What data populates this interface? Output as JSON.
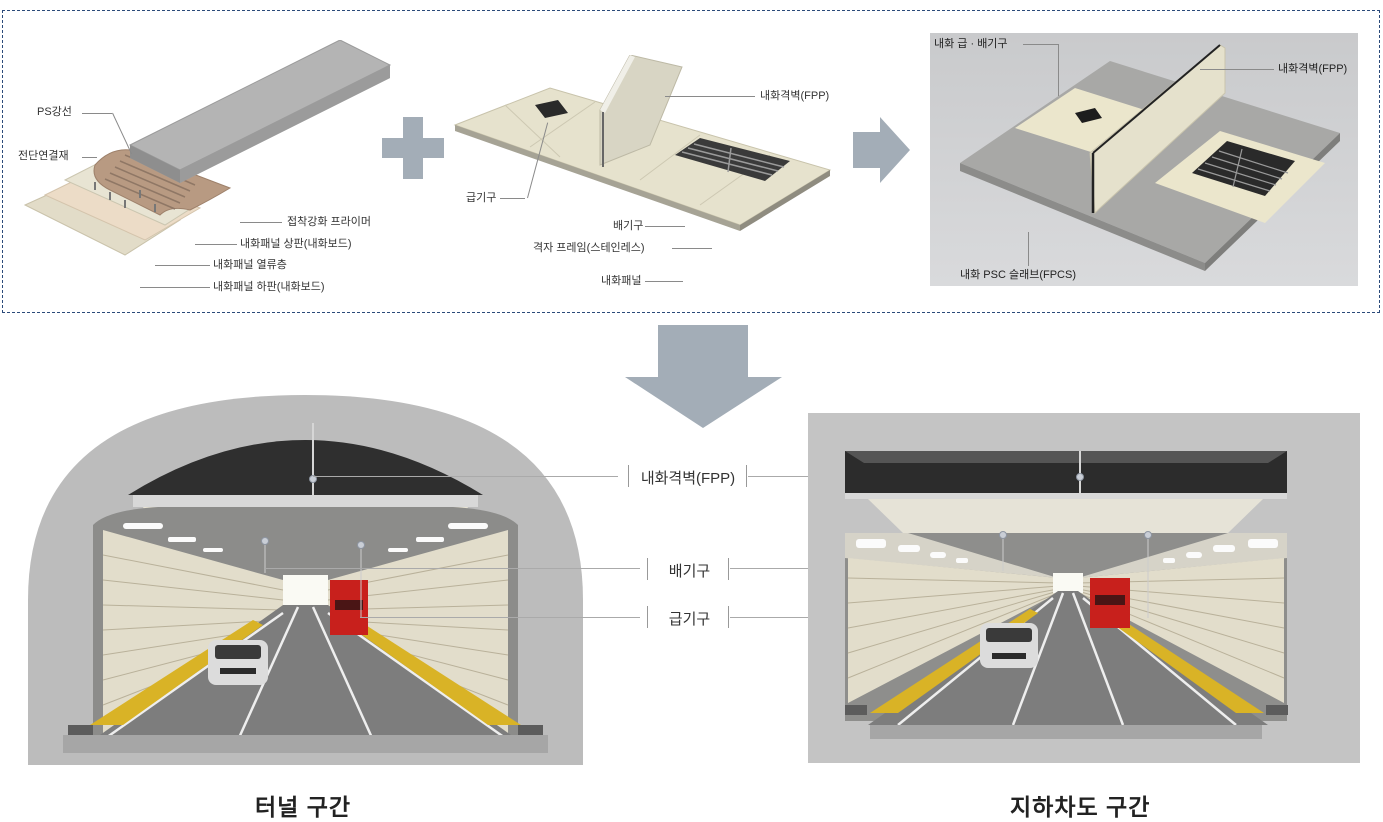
{
  "top_panel": {
    "layer_diagram": {
      "labels": {
        "ps_strand": "PS강선",
        "shear_connector": "전단연결재",
        "adhesion_primer": "접착강화 프라이머",
        "panel_top": "내화패널 상판(내화보드)",
        "panel_insulation": "내화패널 열류층",
        "panel_bottom": "내화패널 하판(내화보드)"
      }
    },
    "plus_icon": "plus-icon",
    "panel_diagram": {
      "labels": {
        "fpp": "내화격벽(FPP)",
        "supply_vent": "급기구",
        "exhaust_vent": "배기구",
        "grid_frame": "격자 프레임(스테인레스)",
        "fire_panel": "내화패널"
      }
    },
    "arrow_right_icon": "arrow-right-icon",
    "assembled_diagram": {
      "labels": {
        "vent": "내화 급 · 배기구",
        "fpp": "내화격벽(FPP)",
        "fpcs": "내화 PSC 슬래브(FPCS)"
      }
    }
  },
  "arrow_down_icon": "arrow-down-icon",
  "bottom_panel": {
    "center_labels": {
      "fpp": "내화격벽(FPP)",
      "exhaust": "배기구",
      "supply": "급기구"
    },
    "tunnel": {
      "caption": "터널 구간"
    },
    "underpass": {
      "caption": "지하차도 구간"
    }
  },
  "colors": {
    "arrow_gray": "#a3adb7",
    "dash_border": "#2b4a7a",
    "concrete": "#b9b9b9",
    "panel_cream": "#e8e4d3",
    "truck_red": "#c8201c",
    "hazard_yellow": "#e0b62a"
  }
}
